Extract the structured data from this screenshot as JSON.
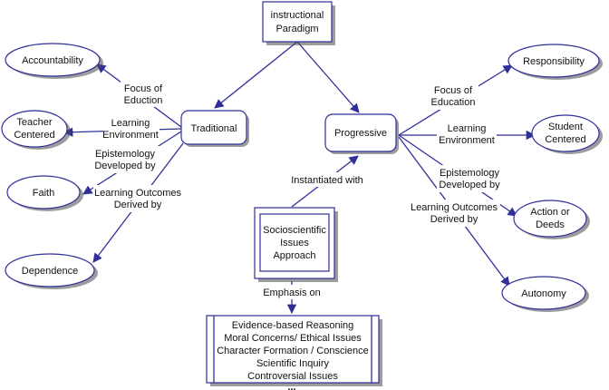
{
  "paradigm": {
    "line1": "instructional",
    "line2": "Paradigm"
  },
  "traditional": "Traditional",
  "progressive": "Progressive",
  "ssi": {
    "line1": "Socioscientific",
    "line2": "Issues",
    "line3": "Approach"
  },
  "emphasis_items": [
    "Evidence-based Reasoning",
    "Moral Concerns/ Ethical Issues",
    "Character Formation / Conscience",
    "Scientific Inquiry",
    "Controversial Issues"
  ],
  "ellipsis": "...",
  "left_outcomes": {
    "accountability": "Accountability",
    "teacher_centered": {
      "line1": "Teacher",
      "line2": "Centered"
    },
    "faith": "Faith",
    "dependence": "Dependence"
  },
  "right_outcomes": {
    "responsibility": "Responsibility",
    "student_centered": {
      "line1": "Student",
      "line2": "Centered"
    },
    "action": {
      "line1": "Action or",
      "line2": "Deeds"
    },
    "autonomy": "Autonomy"
  },
  "edge_labels": {
    "left_focus": {
      "line1": "Focus of",
      "line2": "Eduction"
    },
    "left_learning": {
      "line1": "Learning",
      "line2": "Environment"
    },
    "left_epistemology": {
      "line1": "Epistemology",
      "line2": "Developed by"
    },
    "left_outcomes": {
      "line1": "Learning Outcomes",
      "line2": "Derived by"
    },
    "right_focus": {
      "line1": "Focus of",
      "line2": "Education"
    },
    "right_learning": {
      "line1": "Learning",
      "line2": "Environment"
    },
    "right_epistemology": {
      "line1": "Epistemology",
      "line2": "Developed by"
    },
    "right_outcomes": {
      "line1": "Learning Outcomes",
      "line2": "Derived by"
    },
    "instantiated": "Instantiated with",
    "emphasis": "Emphasis on"
  }
}
